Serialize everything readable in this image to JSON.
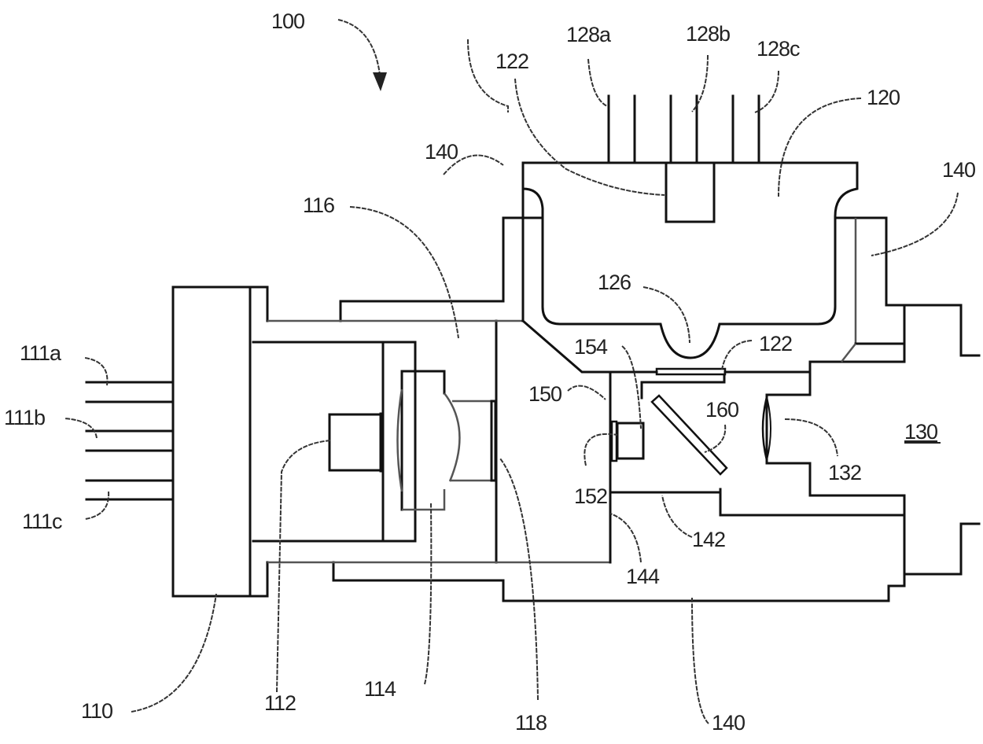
{
  "figure": {
    "title": "Optical sub-assembly cross-section",
    "labels": {
      "assembly": "100",
      "base_block": "110",
      "pins_a": "111a",
      "pins_b": "111b",
      "pins_c": "111c",
      "light_source": "112",
      "lens": "114",
      "housing_channel": "116",
      "window": "118",
      "receiver_module": "120",
      "chip_top": "122",
      "chip_filter": "122",
      "recess": "126",
      "leads_a": "128a",
      "leads_b": "128b",
      "leads_c": "128c",
      "fiber_port": "130",
      "port_lens": "132",
      "housing_top_left": "140",
      "housing_top_right": "140",
      "housing_bottom": "140",
      "inner_wall": "142",
      "side_wall": "144",
      "monitor_cavity": "150",
      "monitor_detector": "152",
      "detector_body": "154",
      "beam_splitter": "160"
    }
  }
}
